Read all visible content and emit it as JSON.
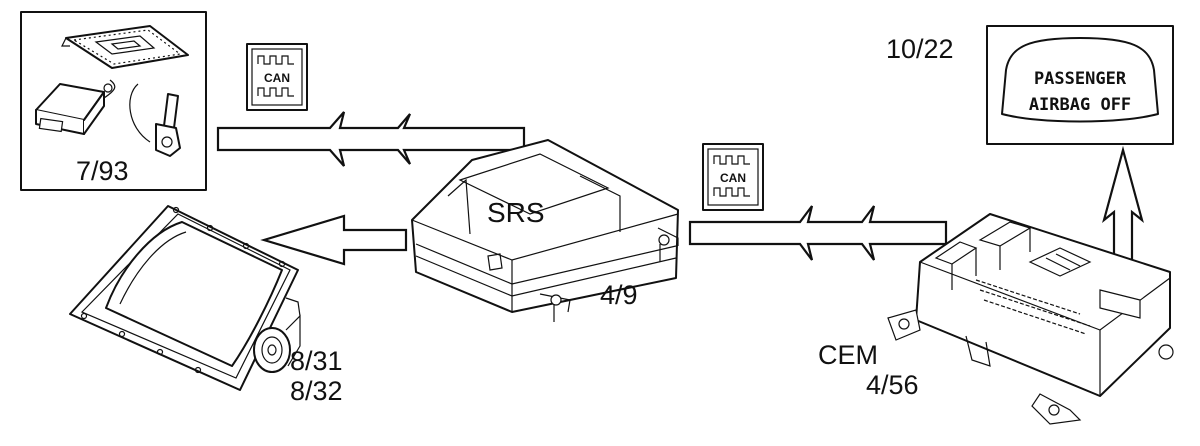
{
  "labels": {
    "sensor_box": "7/93",
    "airbag_module": "8/31",
    "airbag_module_2": "8/32",
    "srs_unit": "SRS",
    "srs_unit_code": "4/9",
    "cem": "CEM",
    "cem_code": "4/56",
    "display_code": "10/22"
  },
  "can_badge": "CAN",
  "display": {
    "line1": "PASSENGER",
    "line2": "AIRBAG  OFF"
  }
}
